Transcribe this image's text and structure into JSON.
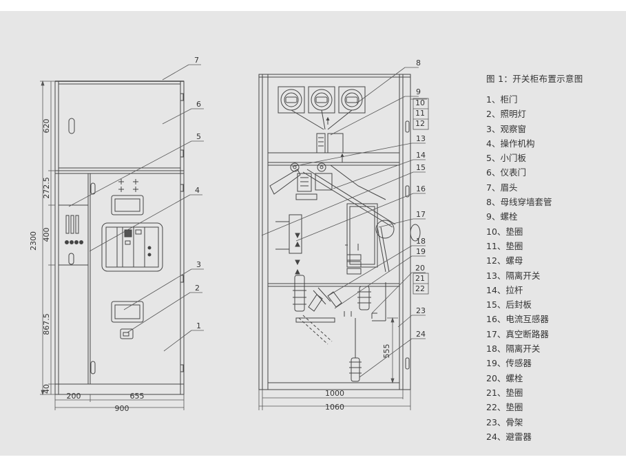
{
  "legend": {
    "title": "图 1：开关柜布置示意图",
    "items": [
      "1、柜门",
      "2、照明灯",
      "3、观察窗",
      "4、操作机构",
      "5、小门板",
      "6、仪表门",
      "7、眉头",
      "8、母线穿墙套管",
      "9、螺栓",
      "10、垫圈",
      "11、垫圈",
      "12、螺母",
      "13、隔离开关",
      "14、拉杆",
      "15、后封板",
      "16、电流互感器",
      "17、真空断路器",
      "18、隔离开关",
      "19、传感器",
      "20、螺栓",
      "21、垫圈",
      "22、垫圈",
      "23、骨架",
      "24、避雷器"
    ]
  },
  "front_view": {
    "dim_total_height": "2300",
    "dim_heights": [
      "620",
      "272.5",
      "400",
      "867.5",
      "40"
    ],
    "dim_widths_top": [
      "200",
      "655"
    ],
    "dim_width_total": "900",
    "callouts": [
      "7",
      "6",
      "5",
      "4",
      "3",
      "2",
      "1"
    ]
  },
  "side_view": {
    "dim_inner_width": "1000",
    "dim_total_width": "1060",
    "dim_height": "555",
    "callouts": [
      "8",
      "9",
      "10",
      "11",
      "12",
      "13",
      "14",
      "15",
      "16",
      "17",
      "18",
      "19",
      "20",
      "21",
      "22",
      "23",
      "24"
    ]
  }
}
